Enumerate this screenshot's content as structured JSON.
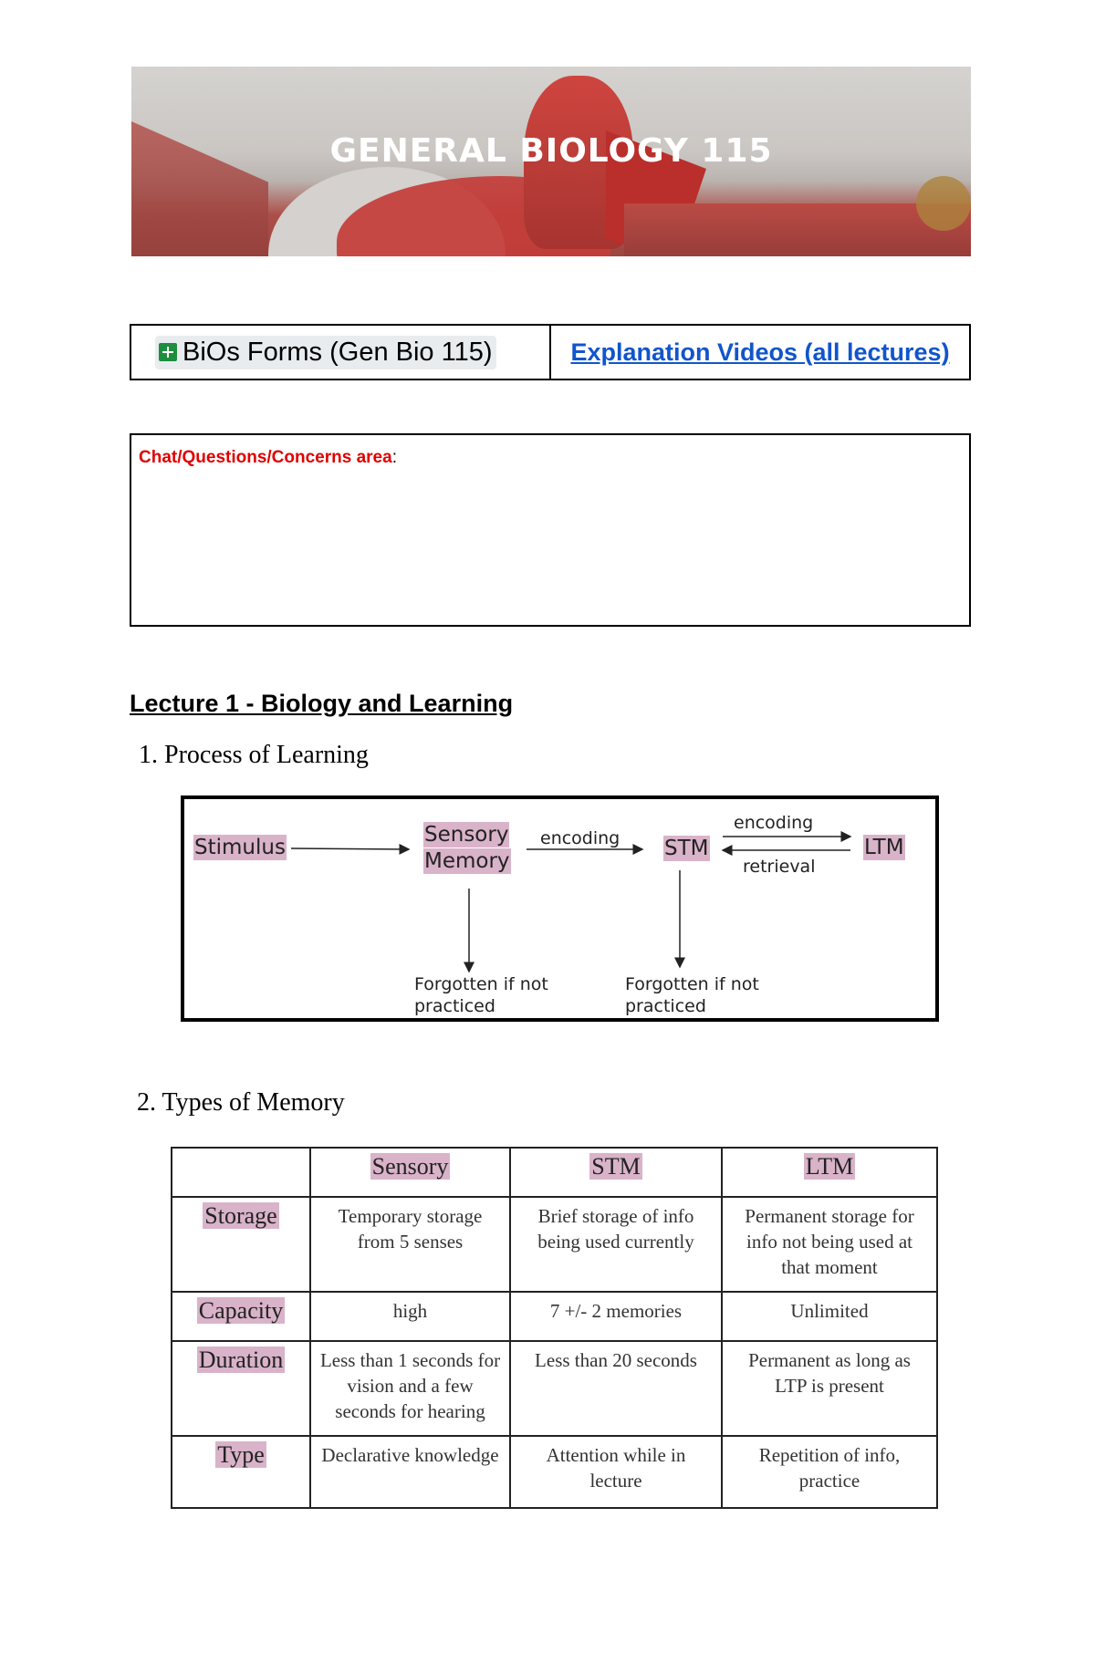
{
  "banner": {
    "title": "GENERAL BIOLOGY 115"
  },
  "links": {
    "forms_icon": "google-sheets-icon",
    "forms_label": "BiOs Forms (Gen Bio 115)",
    "videos_label": "Explanation Videos (all lectures)"
  },
  "chat": {
    "label": "Chat/Questions/Concerns area",
    "colon": ":"
  },
  "lecture": {
    "title": "Lecture 1 - Biology and Learning",
    "item1": "1.  Process of Learning",
    "item2": "2.  Types of Memory"
  },
  "diagram": {
    "stimulus": "Stimulus",
    "sensory_line1": "Sensory",
    "sensory_line2": "Memory",
    "stm": "STM",
    "ltm": "LTM",
    "encoding1": "encoding",
    "encoding2": "encoding",
    "retrieval": "retrieval",
    "forgot1_line1": "Forgotten if not",
    "forgot1_line2": "practiced",
    "forgot2_line1": "Forgotten if not",
    "forgot2_line2": "practiced"
  },
  "memory_table": {
    "headers": [
      "",
      "Sensory",
      "STM",
      "LTM"
    ],
    "rows": [
      {
        "label": "Storage",
        "cells": [
          "Temporary storage from 5 senses",
          "Brief storage of info being used currently",
          "Permanent storage for info not being used at that moment"
        ]
      },
      {
        "label": "Capacity",
        "cells": [
          "high",
          "7 +/- 2 memories",
          "Unlimited"
        ]
      },
      {
        "label": "Duration",
        "cells": [
          "Less than 1 seconds for vision and a few seconds for hearing",
          "Less than 20 seconds",
          "Permanent as long as LTP is present"
        ]
      },
      {
        "label": "Type",
        "cells": [
          "Declarative knowledge",
          "Attention while in lecture",
          "Repetition of info, practice"
        ]
      }
    ]
  },
  "colors": {
    "highlight": "#d9b3c9",
    "link": "#1155cc",
    "chat_label": "#e00000",
    "sheets_green": "#1e8e3e"
  }
}
